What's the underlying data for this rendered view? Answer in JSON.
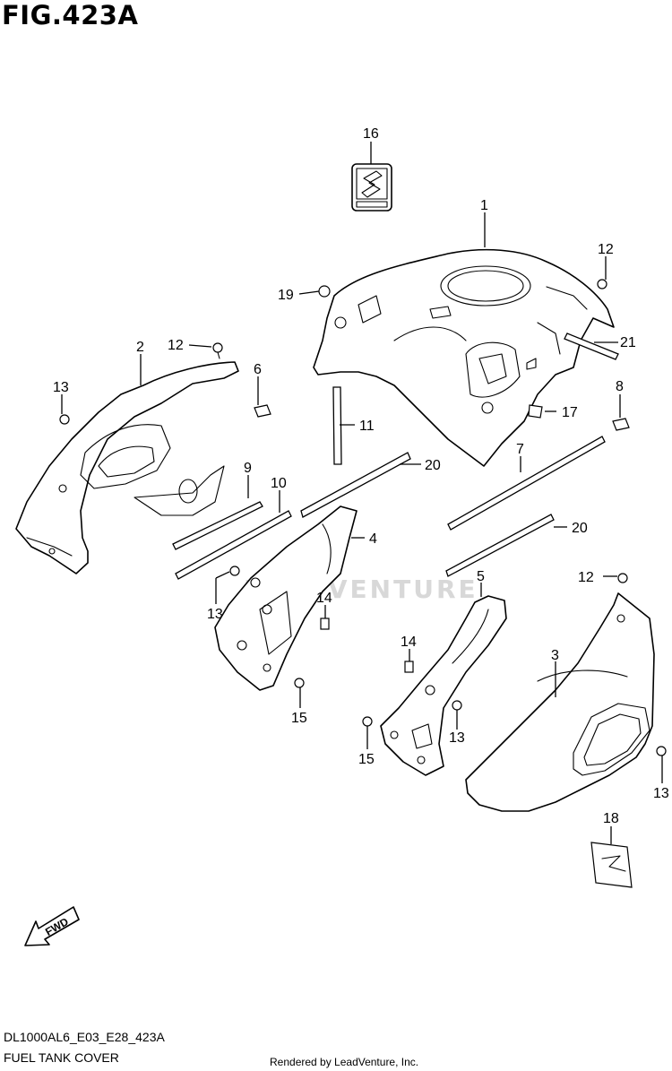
{
  "figure": {
    "title": "FIG.423A"
  },
  "callouts": {
    "c1": "1",
    "c2": "2",
    "c3": "3",
    "c4": "4",
    "c5": "5",
    "c6": "6",
    "c7": "7",
    "c8": "8",
    "c9": "9",
    "c10": "10",
    "c11": "11",
    "c12a": "12",
    "c12b": "12",
    "c12c": "12",
    "c13a": "13",
    "c13b": "13",
    "c13c": "13",
    "c13d": "13",
    "c14a": "14",
    "c14b": "14",
    "c15a": "15",
    "c15b": "15",
    "c16": "16",
    "c17": "17",
    "c18": "18",
    "c19": "19",
    "c20a": "20",
    "c20b": "20",
    "c21": "21"
  },
  "fwd_label": "FWD",
  "watermark": "LEADVENTURE",
  "footer": {
    "code": "DL1000AL6_E03_E28_423A",
    "name": "FUEL TANK COVER",
    "rendered_by": "Rendered by LeadVenture, Inc."
  }
}
